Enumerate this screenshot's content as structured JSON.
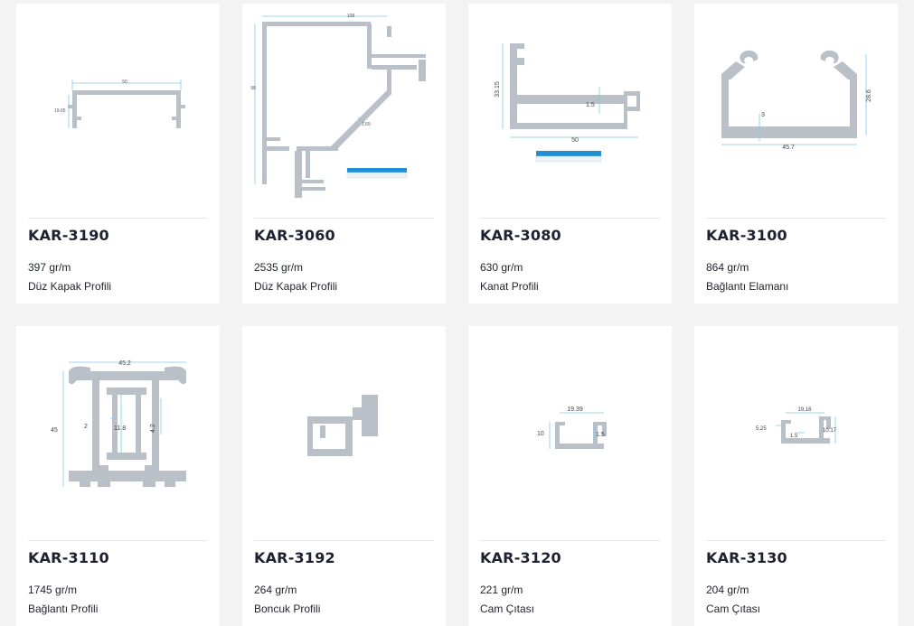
{
  "colors": {
    "background": "#f3f3f4",
    "card": "#ffffff",
    "profile": "#b9c0c8",
    "dimension_line": "#7fc8e8",
    "table_header": "#1f8fd6"
  },
  "products": [
    {
      "code": "KAR-3190",
      "weight": "397 gr/m",
      "type": "Düz Kapak Profili",
      "dims": [
        "50",
        "19.65"
      ]
    },
    {
      "code": "KAR-3060",
      "weight": "2535 gr/m",
      "type": "Düz Kapak Profili",
      "dims": [
        "108",
        "98",
        "1.65"
      ]
    },
    {
      "code": "KAR-3080",
      "weight": "630 gr/m",
      "type": "Kanat Profili",
      "dims": [
        "33.15",
        "1.5",
        "50"
      ]
    },
    {
      "code": "KAR-3100",
      "weight": "864 gr/m",
      "type": "Bağlantı Elamanı",
      "dims": [
        "28.6",
        "3",
        "45.7"
      ]
    },
    {
      "code": "KAR-3110",
      "weight": "1745 gr/m",
      "type": "Bağlantı Profili",
      "dims": [
        "45.2",
        "45",
        "2",
        "11.8",
        "4.2"
      ]
    },
    {
      "code": "KAR-3192",
      "weight": "264 gr/m",
      "type": "Boncuk Profili",
      "dims": []
    },
    {
      "code": "KAR-3120",
      "weight": "221 gr/m",
      "type": "Cam Çıtası",
      "dims": [
        "19.39",
        "10",
        "1.5"
      ]
    },
    {
      "code": "KAR-3130",
      "weight": "204 gr/m",
      "type": "Cam Çıtası",
      "dims": [
        "19.16",
        "5.25",
        "10.17",
        "1.5"
      ]
    }
  ]
}
